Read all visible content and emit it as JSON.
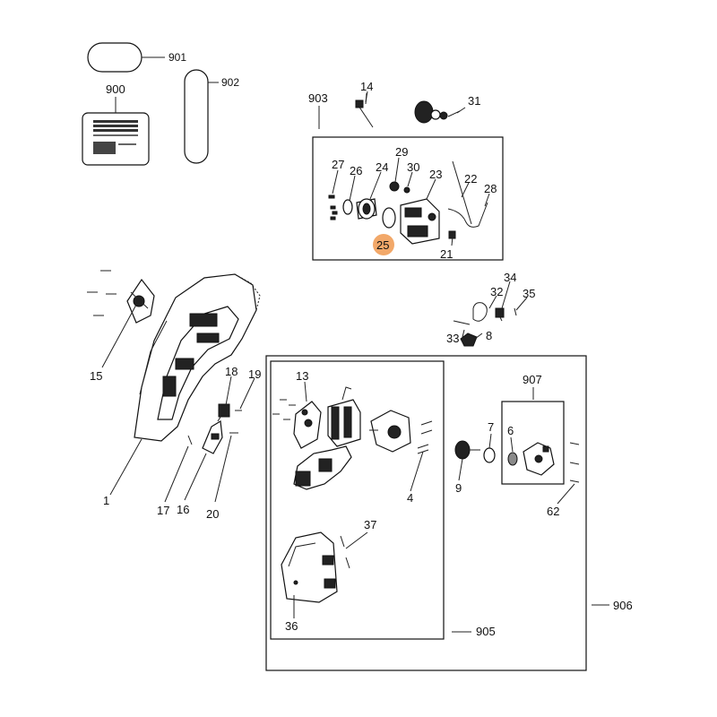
{
  "highlight_color": "#f2a869",
  "callouts": {
    "c901": "901",
    "c902": "902",
    "c900": "900",
    "c903": "903",
    "c14": "14",
    "c31": "31",
    "c29": "29",
    "c27": "27",
    "c26": "26",
    "c24": "24",
    "c30": "30",
    "c23": "23",
    "c22": "22",
    "c28": "28",
    "c25": "25",
    "c21": "21",
    "c34": "34",
    "c32": "32",
    "c35": "35",
    "c33": "33",
    "c8": "8",
    "c15": "15",
    "c18": "18",
    "c19": "19",
    "c13": "13",
    "c907": "907",
    "c7": "7",
    "c6": "6",
    "c4": "4",
    "c9": "9",
    "c62": "62",
    "c1": "1",
    "c17": "17",
    "c16": "16",
    "c20": "20",
    "c37": "37",
    "c36": "36",
    "c905": "905",
    "c906": "906"
  },
  "highlighted_part": "25"
}
